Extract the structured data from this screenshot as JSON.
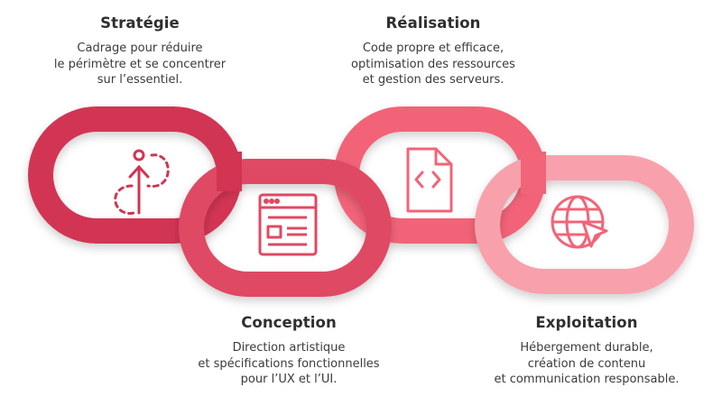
{
  "steps": [
    {
      "title": "Stratégie",
      "lines": [
        "Cadrage pour réduire",
        "le périmètre et se concentrer",
        "sur l’essentiel."
      ],
      "icon": "dashed-arrow-up-icon",
      "color": "#d23452"
    },
    {
      "title": "Conception",
      "lines": [
        "Direction artistique",
        "et spécifications fonctionnelles",
        "pour l’UX et l’UI."
      ],
      "icon": "browser-window-icon",
      "color": "#e04863"
    },
    {
      "title": "Réalisation",
      "lines": [
        "Code propre et efficace,",
        "optimisation des ressources",
        "et gestion des serveurs."
      ],
      "icon": "code-file-icon",
      "color": "#f26478"
    },
    {
      "title": "Exploitation",
      "lines": [
        "Hébergement durable,",
        "création de contenu",
        "et communication responsable."
      ],
      "icon": "globe-cursor-icon",
      "color": "#f8a1ac"
    }
  ]
}
